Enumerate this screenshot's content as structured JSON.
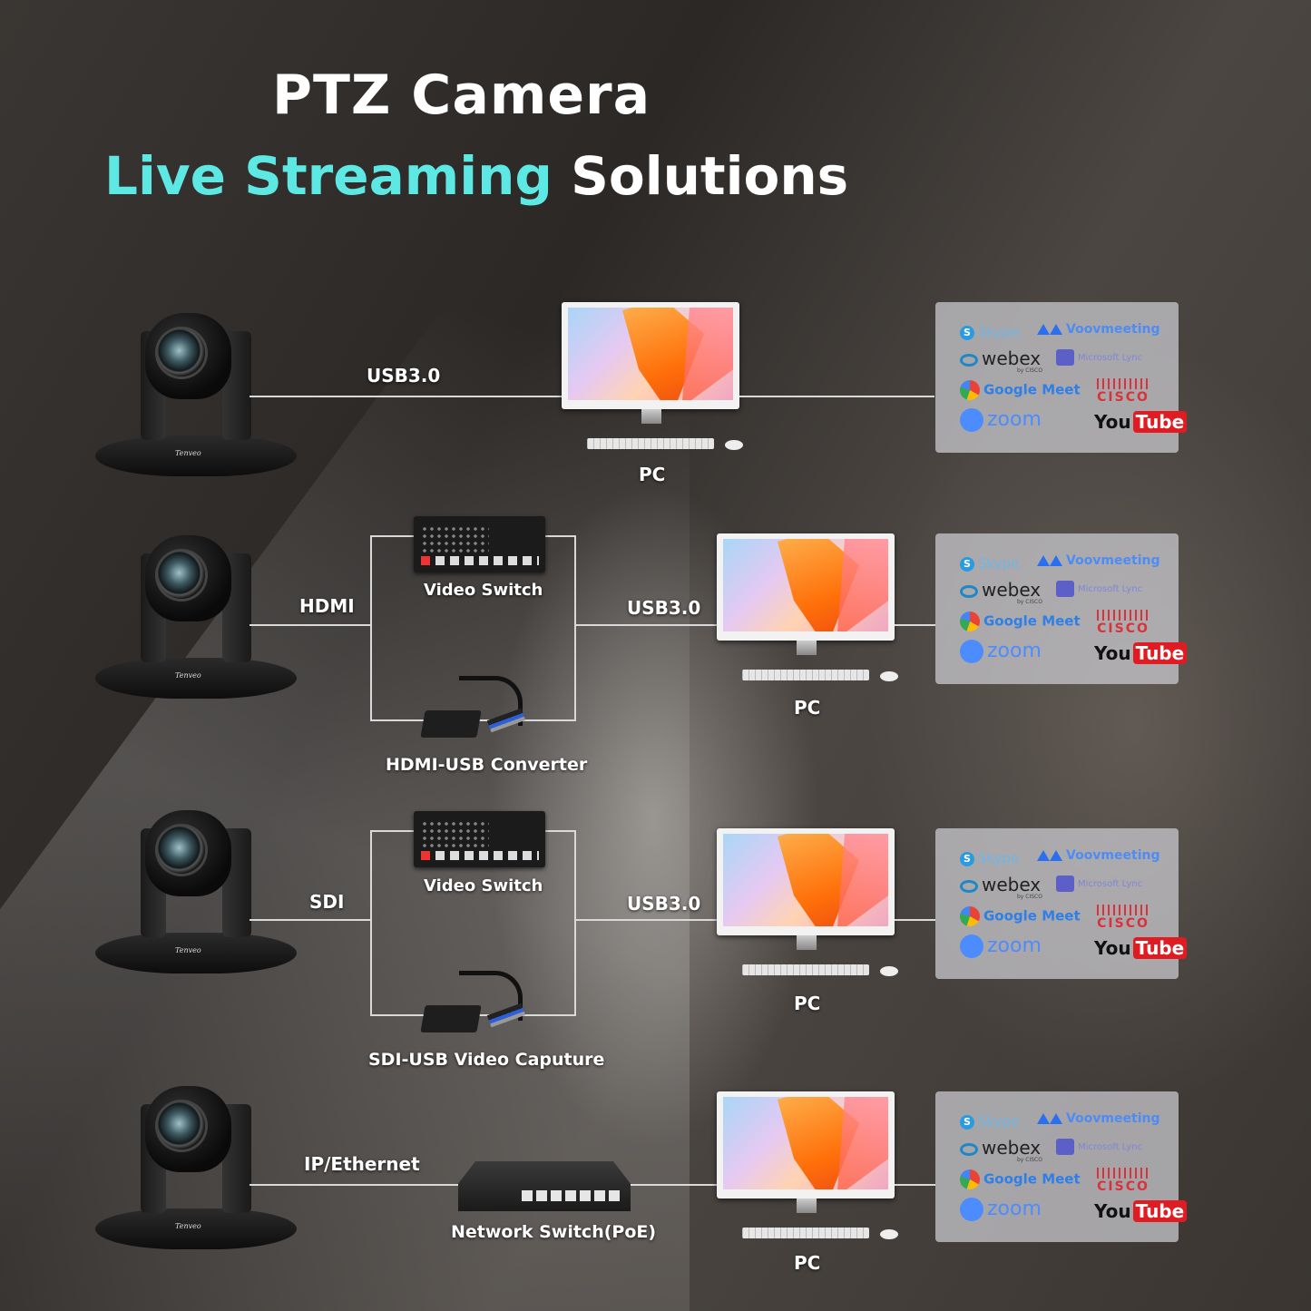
{
  "title": {
    "line1": "PTZ Camera",
    "line2_accent": "Live Streaming",
    "line2_rest": " Solutions"
  },
  "camera_brand": "Tenveo",
  "apps": {
    "skype": "Skype",
    "voov": "Voovmeeting",
    "webex": "webex",
    "webex_sub": "by CISCO",
    "lync": "Microsoft Lync",
    "gmeet": "Google Meet",
    "cisco": "CISCO",
    "zoom": "zoom",
    "youtube_you": "You",
    "youtube_tube": "Tube"
  },
  "rows": [
    {
      "conn1": "USB3.0",
      "pc": "PC"
    },
    {
      "conn1": "HDMI",
      "device_top": "Video Switch",
      "conn2": "USB3.0",
      "device_bottom": "HDMI-USB Converter",
      "pc": "PC"
    },
    {
      "conn1": "SDI",
      "device_top": "Video Switch",
      "conn2": "USB3.0",
      "device_bottom": "SDI-USB Video Caputure",
      "pc": "PC"
    },
    {
      "conn1": "IP/Ethernet",
      "device": "Network Switch(PoE)",
      "pc": "PC"
    }
  ],
  "colors": {
    "accent": "#5ee8e4",
    "line": "#d9d9d9",
    "card": "#cdcdd2"
  }
}
